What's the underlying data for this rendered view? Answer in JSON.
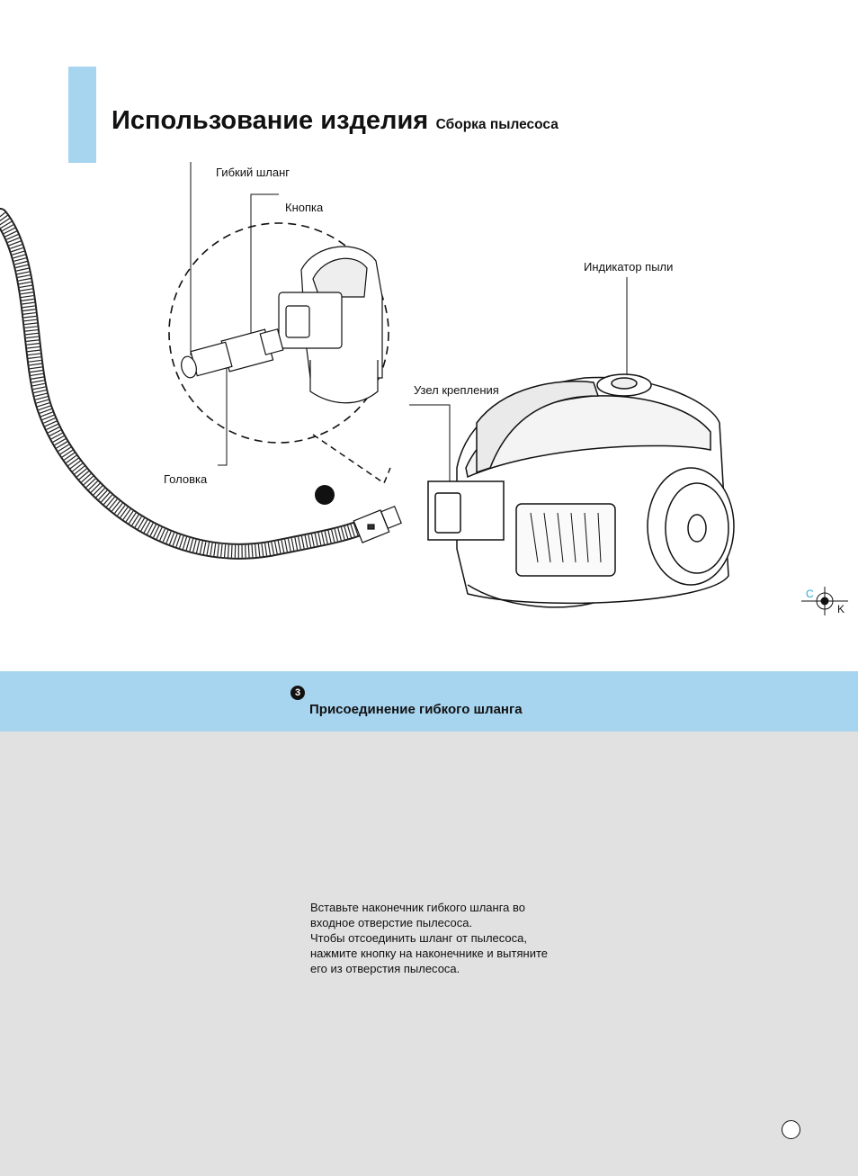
{
  "header": {
    "title": "Использование изделия",
    "subtitle": "Сборка пылесоса"
  },
  "labels": {
    "hose": "Гибкий шланг",
    "button": "Кнопка",
    "dust_indicator": "Индикатор пыли",
    "mount": "Узел крепления",
    "head": "Головка"
  },
  "registration": {
    "c": "C",
    "k": "K"
  },
  "step": {
    "number": "3",
    "title": "Присоединение гибкого шланга"
  },
  "body": {
    "lines": [
      "Вставьте наконечник гибкого шланга во",
      "входное отверстие  пылесоса.",
      "Чтобы отсоединить шланг от пылесоса,",
      "нажмите кнопку на наконечнике и вытяните",
      "его из отверстия пылесоса."
    ]
  },
  "colors": {
    "accent": "#a7d4ef",
    "panel": "#e1e1e1",
    "registration_c": "#2aa9d8"
  }
}
